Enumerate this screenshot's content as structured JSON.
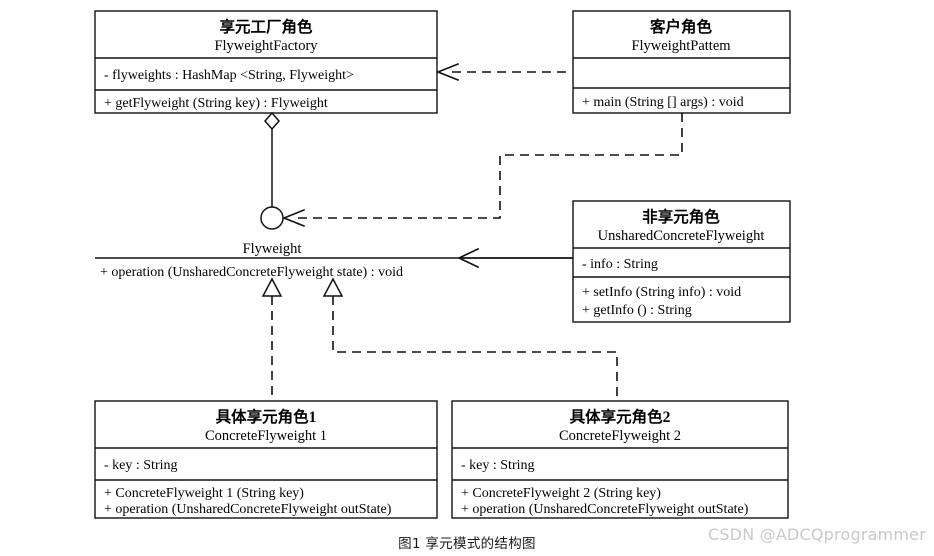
{
  "diagram": {
    "caption": "图1 享元模式的结构图",
    "watermark": "CSDN @ADCQprogrammer",
    "stroke_color": "#111111",
    "background_color": "#ffffff",
    "watermark_color": "#c9c9c9"
  },
  "classes": {
    "factory": {
      "cn_title": "享元工厂角色",
      "en_title": "FlyweightFactory",
      "attributes": [
        "- flyweights : HashMap <String, Flyweight>"
      ],
      "operations": [
        "+ getFlyweight (String key) : Flyweight"
      ]
    },
    "client": {
      "cn_title": "客户角色",
      "en_title": "FlyweightPattem",
      "attributes": [],
      "operations": [
        "+ main (String [] args) : void"
      ]
    },
    "unshared": {
      "cn_title": "非享元角色",
      "en_title": "UnsharedConcreteFlyweight",
      "attributes": [
        "- info : String"
      ],
      "operations": [
        "+ setInfo (String info) : void",
        "+ getInfo () : String"
      ]
    },
    "concrete1": {
      "cn_title": "具体享元角色1",
      "en_title": "ConcreteFlyweight  1",
      "attributes": [
        "- key : String"
      ],
      "operations": [
        "+ ConcreteFlyweight  1 (String key)",
        "+ operation (UnsharedConcreteFlyweight outState)"
      ]
    },
    "concrete2": {
      "cn_title": "具体享元角色2",
      "en_title": "ConcreteFlyweight  2",
      "attributes": [
        "- key : String"
      ],
      "operations": [
        "+ ConcreteFlyweight  2 (String key)",
        "+ operation (UnsharedConcreteFlyweight outState)"
      ]
    }
  },
  "interface": {
    "name": "Flyweight",
    "operation": "+ operation (UnsharedConcreteFlyweight state) : void"
  },
  "relations": {
    "aggregation": "factory-aggregates-flyweight",
    "client_to_factory": "dependency",
    "client_to_flyweight": "dependency",
    "unshared_to_flyweight": "association",
    "concrete1_realizes": "realization",
    "concrete2_realizes": "realization"
  }
}
